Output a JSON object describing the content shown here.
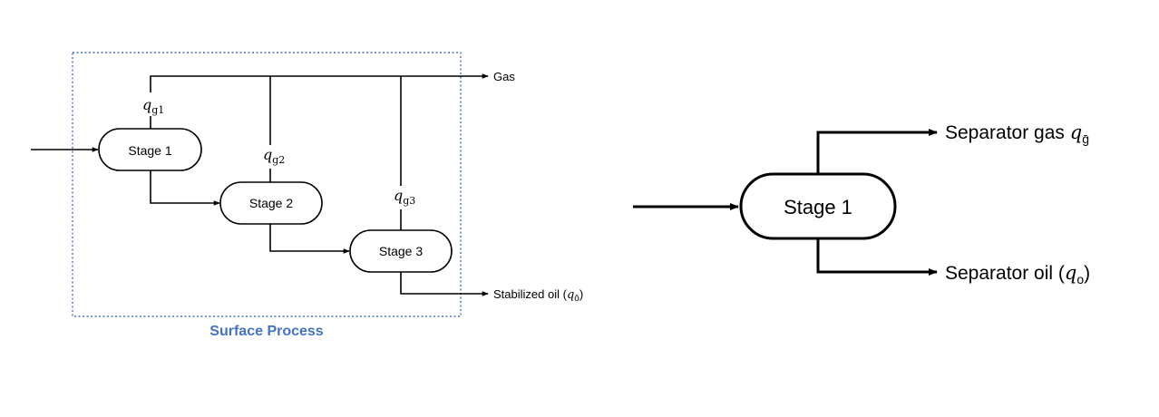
{
  "left_diagram": {
    "boundary_label": "Surface Process",
    "boundary_color": "#4472C4",
    "stages": [
      "Stage 1",
      "Stage 2",
      "Stage 3"
    ],
    "gas_flow_labels": [
      {
        "symbol": "q",
        "subscript": "g1"
      },
      {
        "symbol": "q",
        "subscript": "g2"
      },
      {
        "symbol": "q",
        "subscript": "g3"
      }
    ],
    "gas_output_label": "Gas",
    "oil_output_label": "Stabilized oil (",
    "oil_output_symbol": "q",
    "oil_output_subscript": "ō",
    "oil_output_close": ")"
  },
  "right_diagram": {
    "stage": "Stage 1",
    "gas_output_label": "Separator gas ",
    "gas_output_symbol": "q",
    "gas_output_subscript": "ḡ",
    "oil_output_label": "Separator oil (",
    "oil_output_symbol": "q",
    "oil_output_subscript": "o",
    "oil_output_close": ")"
  }
}
